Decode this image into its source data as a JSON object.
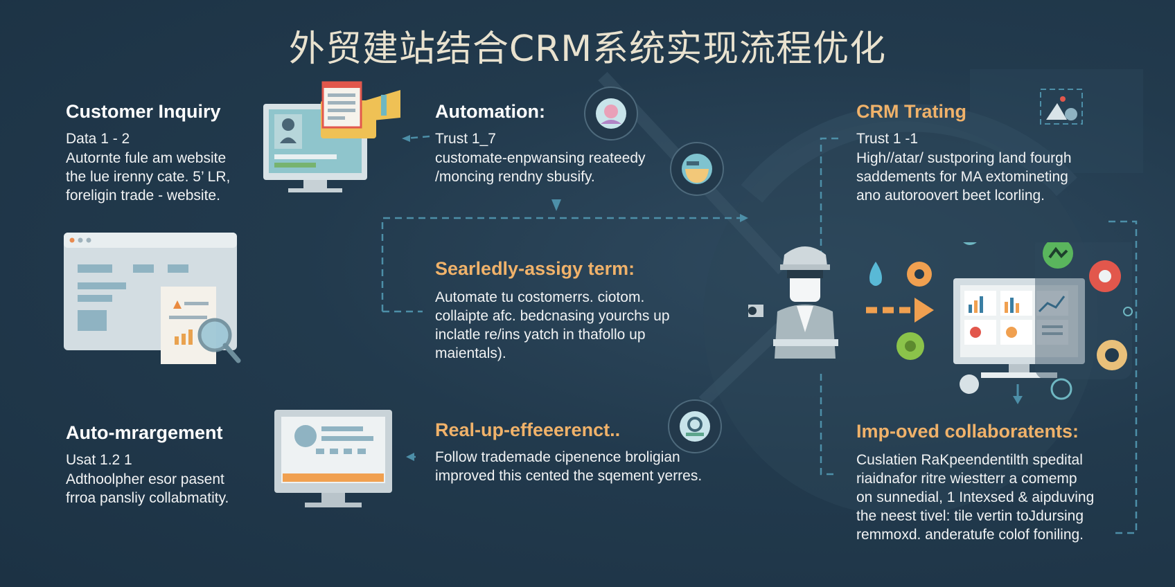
{
  "title": "外贸建站结合CRM系统实现流程优化",
  "sections": {
    "customer_inquiry": {
      "title": "Customer Inquiry",
      "subtitle": "Data 1 - 2",
      "lines": [
        "Autornte fule am website",
        "the lue irenny cate. 5’ LR,",
        "foreligin trade - website."
      ]
    },
    "automation": {
      "title": "Automation:",
      "subtitle": "Trust 1_7",
      "lines": [
        "customate-enpwansing reateedy",
        "/moncing rendny sbusify."
      ]
    },
    "assign": {
      "title": "Searledly-assigy term:",
      "lines": [
        "Automate tu costomerrs. ciotom.",
        "collaipte afc. bedcnasing yourchs up",
        "inclatle re/ins yatch in thafollo up",
        "maientals)."
      ]
    },
    "auto_management": {
      "title": "Auto-mrargement",
      "subtitle": "Usat 1.2 1",
      "lines": [
        "Adthoolpher esor pasent",
        "frroa pansliy collabmatity."
      ]
    },
    "real_up": {
      "title": "Real-up-effeeerenct..",
      "lines": [
        "Follow trademade cipenence broligian",
        "improved this cented the sqement yerres."
      ]
    },
    "crm_trating": {
      "title": "CRM Trating",
      "subtitle": "Trust  1 -1",
      "lines": [
        "High//atar/ sustporing land fourgh",
        "saddements for MA extomineting",
        "ano autoroovert beet lcorling."
      ]
    },
    "improved": {
      "title": "Imp-oved collaboratents:",
      "lines": [
        "Cuslatien RaKpeendentilth spedital",
        "riaidnafor ritre wiestterr a comemp",
        "on sunnedial, 1 Intexsed & aipduving",
        "the neest tivel: tile vertin toJdursing",
        "remmoxd. anderatufe colof foniling."
      ]
    }
  },
  "icons": [
    "monitor-profile-icon",
    "megaphone-icon",
    "avatar-badge-icon",
    "coffee-badge-icon",
    "report-magnifier-icon",
    "presentation-monitor-icon",
    "chart-badge-icon",
    "person-hardhat-icon",
    "analytics-monitor-icon",
    "mountain-photo-icon",
    "gear-icon",
    "water-drop-icon"
  ],
  "colors": {
    "background": "#223a4d",
    "accent_orange": "#f0b26a",
    "arrow_orange": "#f0a050",
    "dashed_teal": "#4d8fa8",
    "title_cream": "#e9e2cf"
  }
}
